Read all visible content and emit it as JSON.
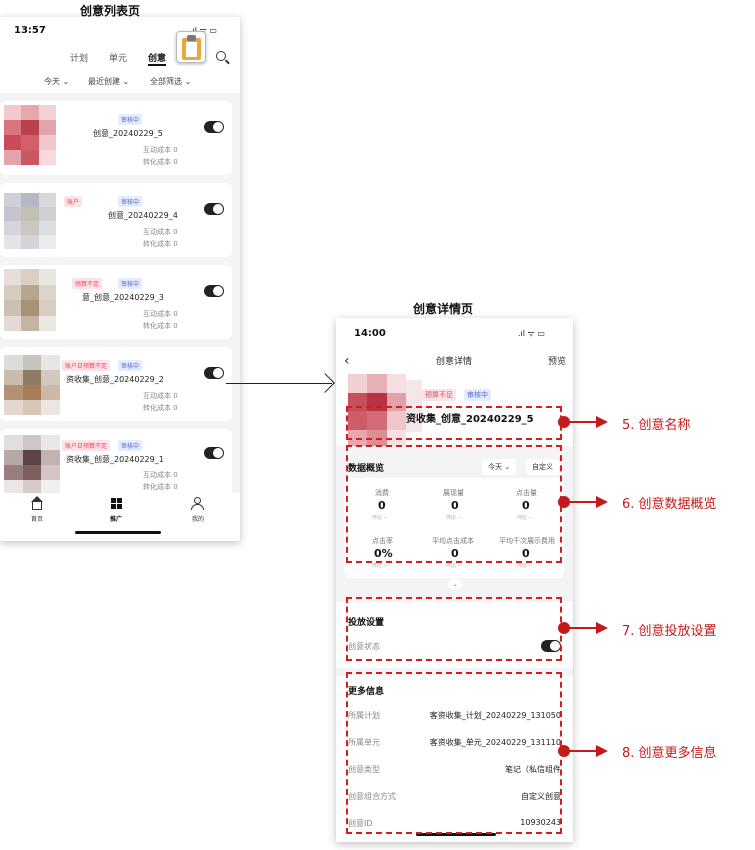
{
  "list_page": {
    "heading": "创意列表页",
    "time": "13:57",
    "tabs": [
      "计划",
      "单元",
      "创意"
    ],
    "filters": [
      "今天 ⌄",
      "最近创建 ⌄",
      "全部筛选 ⌄"
    ],
    "items": [
      {
        "title": "创意_20240229_5",
        "badges": [
          "审核中"
        ],
        "metrics": [
          "互动成本 0",
          "转化成本 0"
        ]
      },
      {
        "title": "创意_20240229_4",
        "badges": [
          "账户",
          "审核中"
        ],
        "metrics": [
          "互动成本 0",
          "转化成本 0"
        ]
      },
      {
        "title": "意_创意_20240229_3",
        "badges": [
          "预算不足",
          "审核中"
        ],
        "metrics": [
          "互动成本 0",
          "转化成本 0"
        ]
      },
      {
        "title": "资收集_创意_20240229_2",
        "badges": [
          "账户日预算不足",
          "审核中"
        ],
        "metrics": [
          "互动成本 0",
          "转化成本 0"
        ]
      },
      {
        "title": "资收集_创意_20240229_1",
        "badges": [
          "账户日预算不足",
          "审核中"
        ],
        "metrics": [
          "互动成本 0",
          "转化成本 0"
        ]
      }
    ],
    "bottom_nav": [
      "首页",
      "推广",
      "我的"
    ]
  },
  "detail_page": {
    "heading": "创意详情页",
    "time": "14:00",
    "nav_title": "创意详情",
    "nav_action": "预览",
    "badges": [
      "预算不足",
      "审核中"
    ],
    "creative_name": "资收集_创意_20240229_5",
    "overview": {
      "title": "数据概览",
      "date_filter": "今天 ⌄",
      "custom_label": "自定义",
      "metrics": [
        {
          "label": "消费",
          "value": "0",
          "compare": "环比 --"
        },
        {
          "label": "展现量",
          "value": "0",
          "compare": "环比 --"
        },
        {
          "label": "点击量",
          "value": "0",
          "compare": "环比 --"
        },
        {
          "label": "点击率",
          "value": "0%",
          "compare": "环比 --"
        },
        {
          "label": "平均点击成本",
          "value": "0",
          "compare": "环比 --"
        },
        {
          "label": "平均千次展示费用",
          "value": "0",
          "compare": "环比 --"
        }
      ]
    },
    "delivery": {
      "title": "投放设置",
      "status_label": "创意状态"
    },
    "more": {
      "title": "更多信息",
      "rows": [
        {
          "label": "所属计划",
          "value": "客资收集_计划_20240229_131050"
        },
        {
          "label": "所属单元",
          "value": "客资收集_单元_20240229_131110"
        },
        {
          "label": "创意类型",
          "value": "笔记（私信组件"
        },
        {
          "label": "创意组合方式",
          "value": "自定义创意"
        },
        {
          "label": "创意ID",
          "value": "10930243"
        }
      ]
    }
  },
  "callouts": [
    {
      "text": "5. 创意名称"
    },
    {
      "text": "6. 创意数据概览"
    },
    {
      "text": "7. 创意投放设置"
    },
    {
      "text": "8. 创意更多信息"
    }
  ],
  "colors": {
    "accent_red": "#c61a1a",
    "badge_red": "#e0486a",
    "badge_blue": "#4a66d8"
  }
}
